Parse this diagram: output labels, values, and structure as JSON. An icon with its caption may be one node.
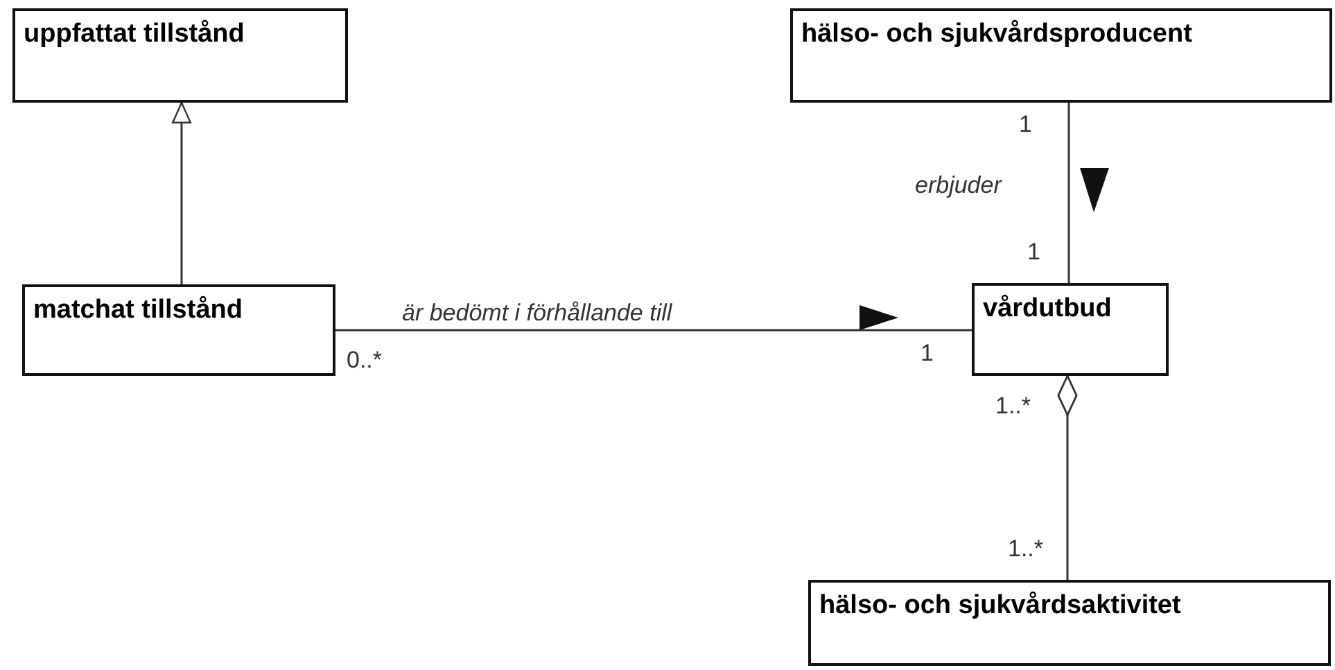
{
  "diagram": {
    "nodes": [
      {
        "text": [
          "uppfattat tillstånd"
        ]
      },
      {
        "text": [
          "hälso- och sjukvårdsproducent"
        ]
      },
      {
        "text": [
          "matchat tillstånd"
        ]
      },
      {
        "text": [
          "vårdutbud"
        ]
      },
      {
        "text": [
          "hälso- och sjukvårdsaktivitet"
        ]
      }
    ],
    "edges": [
      {
        "from": 2,
        "to": 0,
        "arrow": "to"
      },
      {
        "from": 2,
        "to": 3,
        "arrow": "none",
        "label": "är bedömt i förhållande till"
      },
      {
        "from": 1,
        "to": 3,
        "arrow": "none",
        "label": "erbjuder"
      },
      {
        "from": 4,
        "to": 3,
        "arrow": "other"
      }
    ],
    "labels": [
      "1",
      "1",
      "0..*",
      "1",
      "1..*",
      "1..*"
    ]
  }
}
